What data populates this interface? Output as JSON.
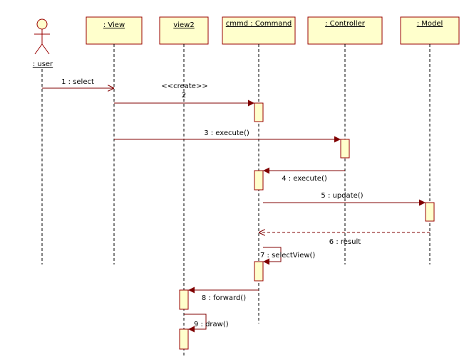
{
  "diagram": {
    "type": "uml-sequence",
    "colors": {
      "box_fill": "#ffffcc",
      "box_stroke": "#990000",
      "message": "#800000",
      "lifeline": "#000000",
      "text": "#000000"
    },
    "actor": {
      "label": ": user"
    },
    "participants": [
      {
        "id": "view",
        "label": ": View"
      },
      {
        "id": "view2",
        "label": "view2"
      },
      {
        "id": "command",
        "label": "cmmd : Command"
      },
      {
        "id": "controller",
        "label": ": Controller"
      },
      {
        "id": "model",
        "label": ": Model"
      }
    ],
    "messages": [
      {
        "from": "user",
        "to": "view",
        "label": "1 : select",
        "kind": "async"
      },
      {
        "from": "view",
        "to": "command",
        "label": "2",
        "stereotype": "<<create>>",
        "kind": "sync"
      },
      {
        "from": "view",
        "to": "controller",
        "label": "3 : execute()",
        "kind": "sync"
      },
      {
        "from": "controller",
        "to": "command",
        "label": "4 : execute()",
        "kind": "sync"
      },
      {
        "from": "command",
        "to": "model",
        "label": "5 : update()",
        "kind": "sync"
      },
      {
        "from": "model",
        "to": "command",
        "label": "6 : result",
        "kind": "return"
      },
      {
        "from": "command",
        "to": "command",
        "label": "7 : selectView()",
        "kind": "self"
      },
      {
        "from": "command",
        "to": "view2",
        "label": "8 : forward()",
        "kind": "sync"
      },
      {
        "from": "view2",
        "to": "view2",
        "label": "9 : draw()",
        "kind": "self"
      }
    ]
  }
}
